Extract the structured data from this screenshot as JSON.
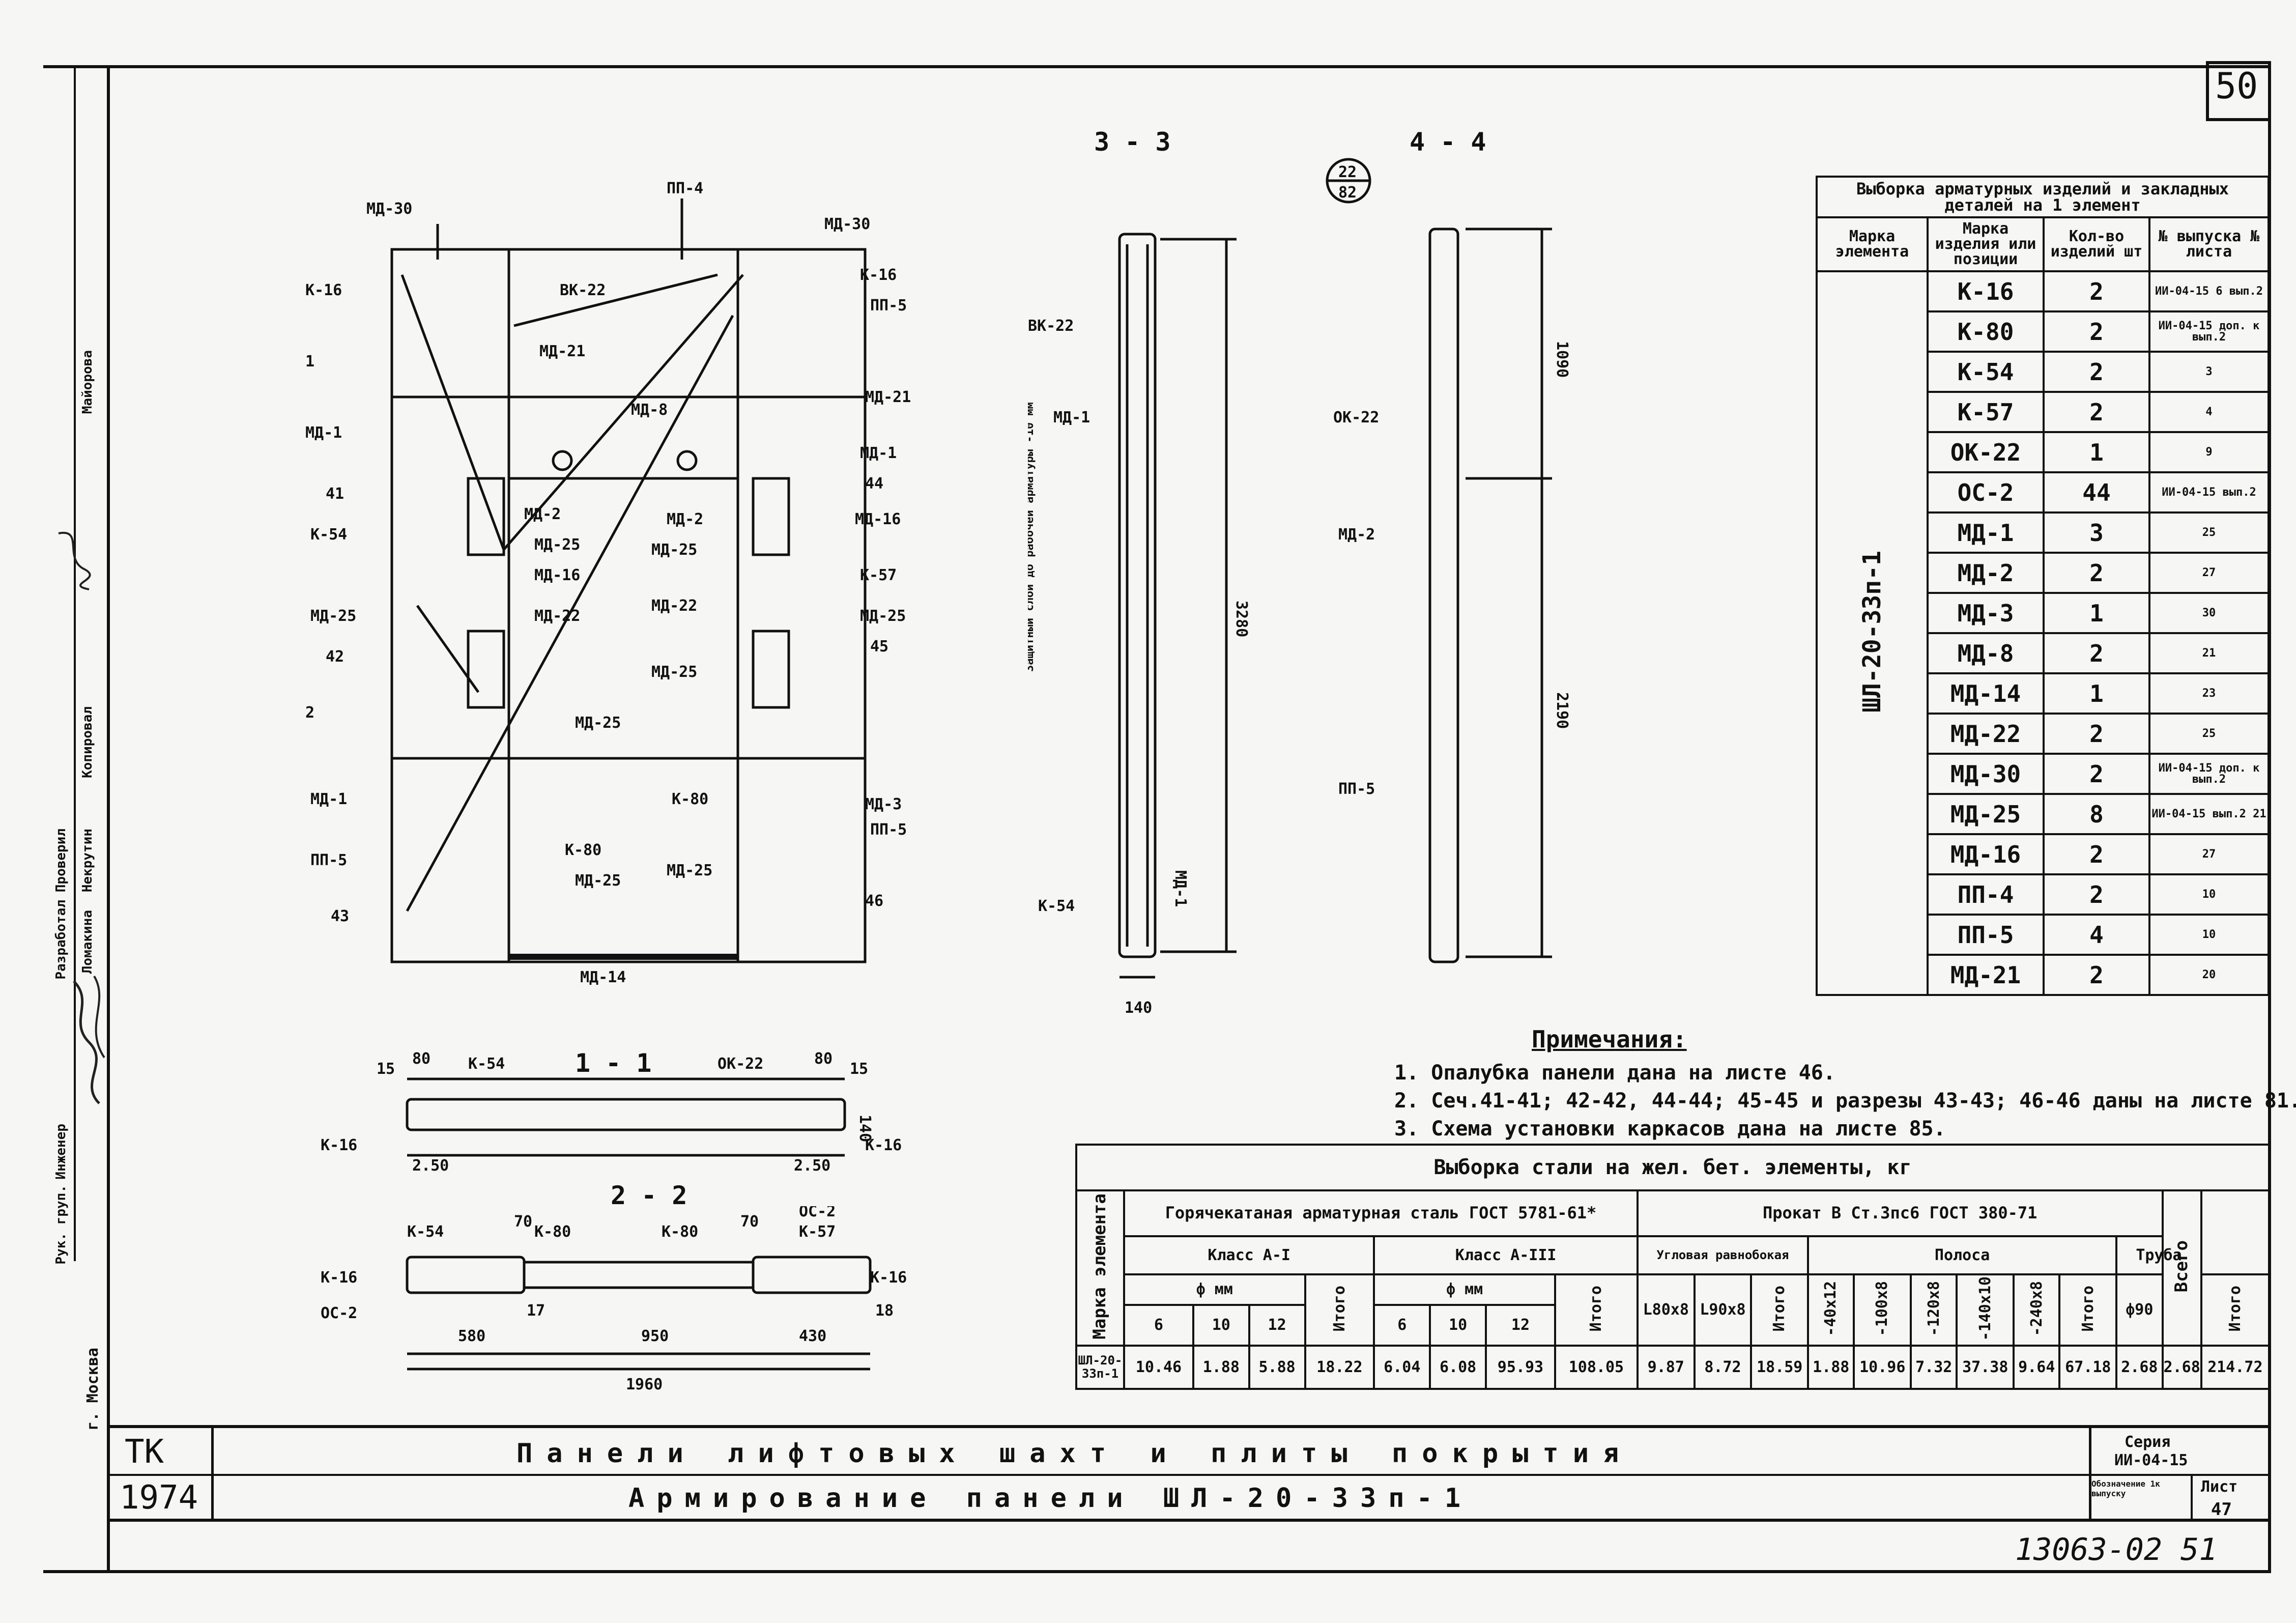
{
  "sheet_number": "50",
  "footer_number": "13063-02 51",
  "title_block": {
    "org": "ТК",
    "year": "1974",
    "title_main": "Панели лифтовых шахт и плиты покрытия",
    "title_sub": "Армирование панели ШЛ-20-33п-1",
    "series_label": "Серия",
    "series_value": "ИИ-04-15",
    "issue_label": "Обозначение 1к выпуску",
    "sheet_label": "Лист",
    "sheet_value": "47"
  },
  "side_stamp": {
    "rows": [
      "Рук. груп.",
      "Инженер",
      "Разработал",
      "Проверил",
      "Копировал",
      "Майорова"
    ],
    "names": [
      "Некрутин",
      "Ломакина"
    ],
    "city": "г. Москва"
  },
  "section_labels": {
    "s33": "3 - 3",
    "s44": "4 - 4",
    "s11": "1 - 1",
    "s22": "2 - 2",
    "ref_top": "22",
    "ref_bot": "82"
  },
  "elevation_labels": [
    "МД-30",
    "ПП-4",
    "МД-30",
    "К-16",
    "ВК-22",
    "К-16",
    "ПП-5",
    "МД-21",
    "МД-21",
    "МД-8",
    "МД-1",
    "МД-1",
    "МД-2",
    "МД-2",
    "МД-16",
    "К-54",
    "МД-25",
    "МД-25",
    "МД-16",
    "МД-25",
    "МД-22",
    "МД-22",
    "К-57",
    "МД-25",
    "МД-25",
    "МД-25",
    "МД-1",
    "К-80",
    "МД-3",
    "ПП-5",
    "ПП-5",
    "К-80",
    "МД-25",
    "МД-25",
    "МД-14",
    "41",
    "44",
    "42",
    "45",
    "43",
    "46",
    "1",
    "2"
  ],
  "dims": {
    "total_h": "3280",
    "upper": "1090",
    "lower": "2190",
    "width_33": "140",
    "width_11": "2.50",
    "width_11b": "2.50",
    "s22_a": "580",
    "s22_b": "950",
    "s22_c": "430",
    "s22_total": "1960",
    "s22_d": "70",
    "s22_e": "70",
    "s22_f": "17",
    "s22_g": "18",
    "s11_a": "15",
    "s11_b": "80",
    "s11_c": "80",
    "s11_d": "15",
    "s11_h": "140",
    "cover_note": "Защитный слой до рабочей арматуры -10 мм"
  },
  "selection_table": {
    "title": "Выборка арматурных изделий и закладных деталей на 1 элемент",
    "headers": [
      "Марка элемента",
      "Марка изделия или позиции",
      "Кол-во изделий шт",
      "№ выпуска № листа"
    ],
    "element": "ШЛ-20-33п-1",
    "rows": [
      [
        "К-16",
        "2",
        "ИИ-04-15 6 вып.2"
      ],
      [
        "К-80",
        "2",
        "ИИ-04-15 доп. к вып.2"
      ],
      [
        "К-54",
        "2",
        "3"
      ],
      [
        "К-57",
        "2",
        "4"
      ],
      [
        "ОК-22",
        "1",
        "9"
      ],
      [
        "ОС-2",
        "44",
        "ИИ-04-15 вып.2"
      ],
      [
        "МД-1",
        "3",
        "25"
      ],
      [
        "МД-2",
        "2",
        "27"
      ],
      [
        "МД-3",
        "1",
        "30"
      ],
      [
        "МД-8",
        "2",
        "21"
      ],
      [
        "МД-14",
        "1",
        "23"
      ],
      [
        "МД-22",
        "2",
        "25"
      ],
      [
        "МД-30",
        "2",
        "ИИ-04-15 доп. к вып.2"
      ],
      [
        "МД-25",
        "8",
        "ИИ-04-15 вып.2 21"
      ],
      [
        "МД-16",
        "2",
        "27"
      ],
      [
        "ПП-4",
        "2",
        "10"
      ],
      [
        "ПП-5",
        "4",
        "10"
      ],
      [
        "МД-21",
        "2",
        "20"
      ]
    ]
  },
  "notes": {
    "title": "Примечания:",
    "items": [
      "1. Опалубка панели дана на листе 46.",
      "2. Сеч.41-41; 42-42, 44-44; 45-45 и разрезы 43-43; 46-46 даны на листе 81.",
      "3. Схема установки каркасов дана на листе 85."
    ]
  },
  "steel_table": {
    "title": "Выборка стали на жел. бет. элементы, кг",
    "col_element": "Марка элемента",
    "hot_rolled": "Горячекатаная арматурная сталь ГОСТ 5781-61*",
    "rolled": "Прокат В Ст.3пс6 ГОСТ 380-71",
    "class_a1": "Класс А-I",
    "class_a3": "Класс А-III",
    "phi_mm": "ф мм",
    "angle": "Угловая равнобокая",
    "strip": "Полоса",
    "pipe": "Труба",
    "total": "Всего",
    "subcols": [
      "6",
      "10",
      "12",
      "Итого",
      "6",
      "10",
      "12",
      "Итого",
      "L80x8",
      "L90x8",
      "Итого",
      "-40x12",
      "-100x8",
      "-120x8",
      "-140x10",
      "-240x8",
      "Итого",
      "ф90",
      "Итого"
    ],
    "row_label": "ШЛ-20-33п-1",
    "values": [
      "10.46",
      "1.88",
      "5.88",
      "18.22",
      "6.04",
      "6.08",
      "95.93",
      "108.05",
      "9.87",
      "8.72",
      "18.59",
      "1.88",
      "10.96",
      "7.32",
      "37.38",
      "9.64",
      "67.18",
      "2.68",
      "2.68",
      "214.72"
    ]
  }
}
